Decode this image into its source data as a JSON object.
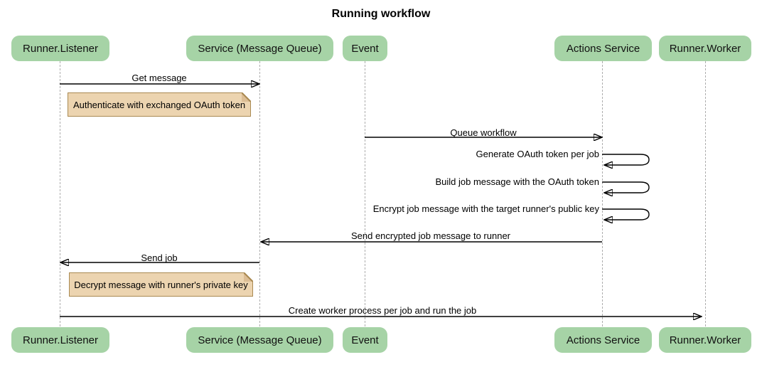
{
  "title": "Running workflow",
  "colors": {
    "participant_fill": "#a6d3a6",
    "note_fill": "#ecd4b0",
    "note_border": "#aa8a52",
    "lifeline": "#adadad",
    "arrow": "#000000"
  },
  "participants": [
    {
      "id": "runner-listener",
      "label": "Runner.Listener"
    },
    {
      "id": "service-message-queue",
      "label": "Service (Message Queue)"
    },
    {
      "id": "event",
      "label": "Event"
    },
    {
      "id": "actions-service",
      "label": "Actions Service"
    },
    {
      "id": "runner-worker",
      "label": "Runner.Worker"
    }
  ],
  "messages": [
    {
      "label": "Get message",
      "from": "Runner.Listener",
      "to": "Service (Message Queue)",
      "self": false
    },
    {
      "label": "Queue workflow",
      "from": "Event",
      "to": "Actions Service",
      "self": false
    },
    {
      "label": "Generate OAuth token per job",
      "from": "Actions Service",
      "to": "Actions Service",
      "self": true
    },
    {
      "label": "Build job message with the OAuth token",
      "from": "Actions Service",
      "to": "Actions Service",
      "self": true
    },
    {
      "label": "Encrypt job message with the target runner's public key",
      "from": "Actions Service",
      "to": "Actions Service",
      "self": true
    },
    {
      "label": "Send encrypted job message to runner",
      "from": "Actions Service",
      "to": "Service (Message Queue)",
      "self": false
    },
    {
      "label": "Send job",
      "from": "Service (Message Queue)",
      "to": "Runner.Listener",
      "self": false
    },
    {
      "label": "Create worker process per job and run the job",
      "from": "Runner.Listener",
      "to": "Runner.Worker",
      "self": false
    }
  ],
  "notes": [
    {
      "text": "Authenticate with exchanged OAuth token",
      "anchor": "Runner.Listener"
    },
    {
      "text": "Decrypt message with runner's private key",
      "anchor": "Runner.Listener"
    }
  ]
}
